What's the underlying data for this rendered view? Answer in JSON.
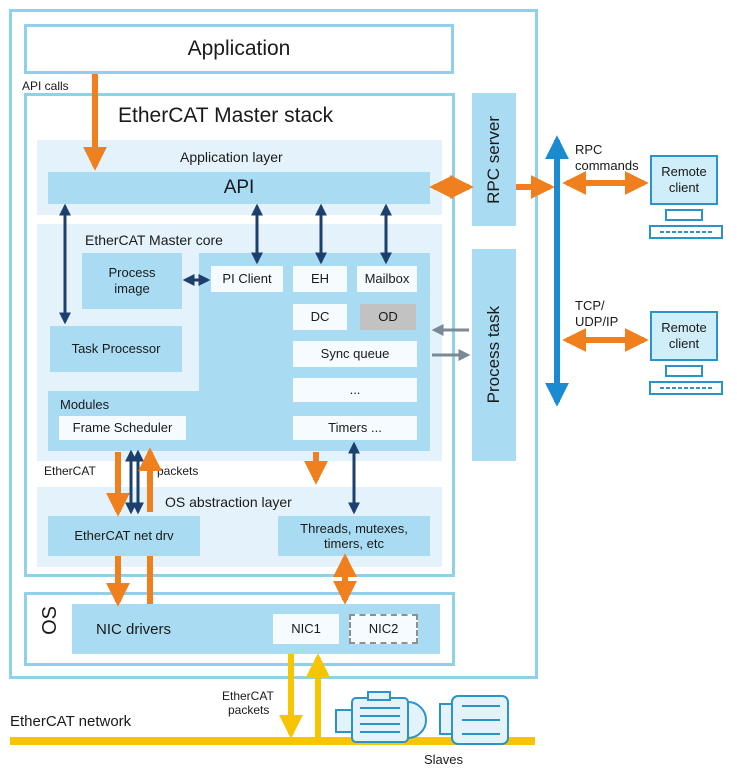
{
  "application": "Application",
  "api_calls": "API calls",
  "stack_title": "EtherCAT Master stack",
  "app_layer": "Application layer",
  "api": "API",
  "master_core": "EtherCAT Master core",
  "process_image": "Process image",
  "pi_client": "PI Client",
  "eh": "EH",
  "mailbox": "Mailbox",
  "dc": "DC",
  "od": "OD",
  "sync_queue": "Sync queue",
  "ellipsis": "...",
  "task_processor": "Task Processor",
  "modules": "Modules",
  "frame_scheduler": "Frame Scheduler",
  "timers": "Timers ...",
  "ethercat_label": "EtherCAT",
  "packets_label": "packets",
  "os_abstraction": "OS abstraction layer",
  "ethercat_net_drv": "EtherCAT net drv",
  "threads": "Threads, mutexes, timers, etc",
  "os": "OS",
  "nic_drivers": "NIC drivers",
  "nic1": "NIC1",
  "nic2": "NIC2",
  "rpc_server": "RPC server",
  "process_task": "Process task",
  "rpc_commands_line1": "RPC",
  "rpc_commands_line2": "commands",
  "tcp_line1": "TCP/",
  "tcp_line2": "UDP/IP",
  "remote_client_1": "Remote client",
  "remote_client_2": "Remote client",
  "ethercat_packets_line1": "EtherCAT",
  "ethercat_packets_line2": "packets",
  "ethercat_network": "EtherCAT network",
  "slaves": "Slaves",
  "colors": {
    "orange": "#f07f1e",
    "navy": "#1c3f6e",
    "blue": "#1a8bd0",
    "yellow": "#f7c400",
    "gray_arrow": "#7a8a94"
  }
}
